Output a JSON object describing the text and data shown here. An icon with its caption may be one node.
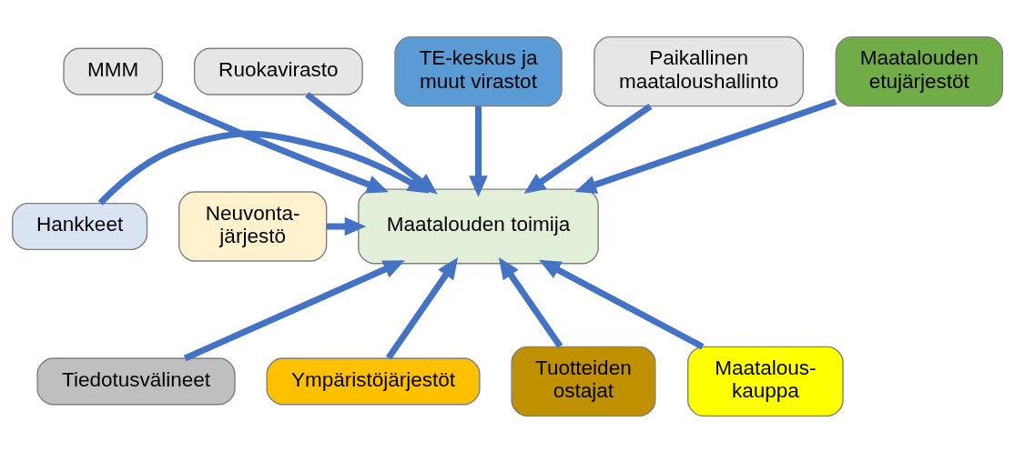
{
  "diagram": {
    "nodes": [
      {
        "text": [
          "MMM"
        ]
      },
      {
        "text": [
          "Ruokavirasto"
        ]
      },
      {
        "text": [
          "TE-keskus ja muut virastot"
        ]
      },
      {
        "text": [
          "Paikallinen maataloushallinto"
        ]
      },
      {
        "text": [
          "Maatalouden etujärjestöt"
        ]
      },
      {
        "text": [
          "Hankkeet"
        ]
      },
      {
        "text": [
          "Maatalouden toimija"
        ]
      },
      {
        "text": [
          "Neuvonta- järjestö"
        ]
      },
      {
        "text": [
          "Tiedotusvälineet"
        ]
      },
      {
        "text": [
          "Ympäristöjärjestöt"
        ]
      },
      {
        "text": [
          "Tuotteiden ostajat"
        ]
      },
      {
        "text": [
          "Maatalous- kauppa"
        ]
      }
    ],
    "edges": [
      {
        "from": 0,
        "to": 6,
        "arrow": "to"
      },
      {
        "from": 1,
        "to": 6,
        "arrow": "to"
      },
      {
        "from": 2,
        "to": 6,
        "arrow": "to"
      },
      {
        "from": 3,
        "to": 6,
        "arrow": "to"
      },
      {
        "from": 4,
        "to": 6,
        "arrow": "to"
      },
      {
        "from": 5,
        "to": 6,
        "arrow": "to"
      },
      {
        "from": 7,
        "to": 6,
        "arrow": "to"
      },
      {
        "from": 8,
        "to": 6,
        "arrow": "to"
      },
      {
        "from": 9,
        "to": 6,
        "arrow": "to"
      },
      {
        "from": 10,
        "to": 6,
        "arrow": "to"
      },
      {
        "from": 11,
        "to": 6,
        "arrow": "to"
      }
    ]
  }
}
